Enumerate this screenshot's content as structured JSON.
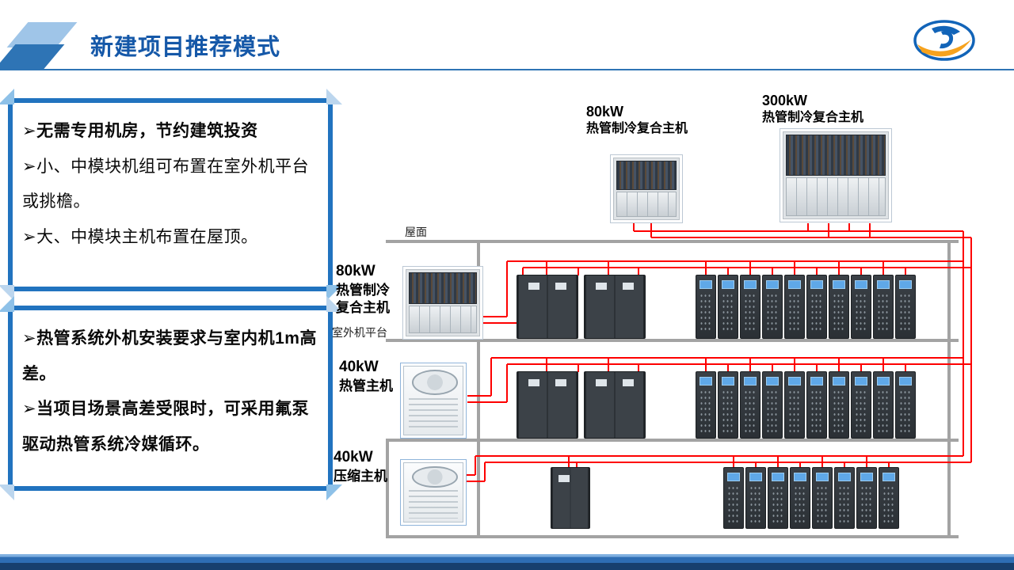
{
  "header": {
    "title": "新建项目推荐模式"
  },
  "boxes": {
    "box1": {
      "items": [
        "➢无需专用机房，节约建筑投资",
        "➢小、中模块机组可布置在室外机平台或挑檐。",
        "➢大、中模块主机布置在屋顶。"
      ]
    },
    "box2": {
      "items": [
        "➢热管系统外机安装要求与室内机1m高差。",
        "➢当项目场景高差受限时，可采用氟泵驱动热管系统冷媒循环。"
      ]
    }
  },
  "diagram": {
    "rooftop_unit_small": {
      "power": "80kW",
      "name": "热管制冷复合主机"
    },
    "rooftop_unit_large": {
      "power": "300kW",
      "name": "热管制冷复合主机"
    },
    "roof_label": "屋面",
    "platform_label": "室外机平台",
    "floor_1": {
      "power": "80kW",
      "name_line_1": "热管制冷",
      "name_line_2": "复合主机",
      "wide_unit_count": 2,
      "row_unit_count": 10
    },
    "floor_2": {
      "power": "40kW",
      "name": "热管主机",
      "wide_unit_count": 2,
      "row_unit_count": 10
    },
    "floor_3": {
      "power": "40kW",
      "name": "压缩主机",
      "wide_unit_count": 1,
      "row_unit_count": 8
    }
  },
  "colors": {
    "title_blue": "#1558a8",
    "frame_blue": "#2173bf",
    "accent_light_blue": "#9fc5e8",
    "pipe_red": "#fe0000",
    "building_gray": "#a3a3a3",
    "logo_orange": "#f6a21d"
  }
}
